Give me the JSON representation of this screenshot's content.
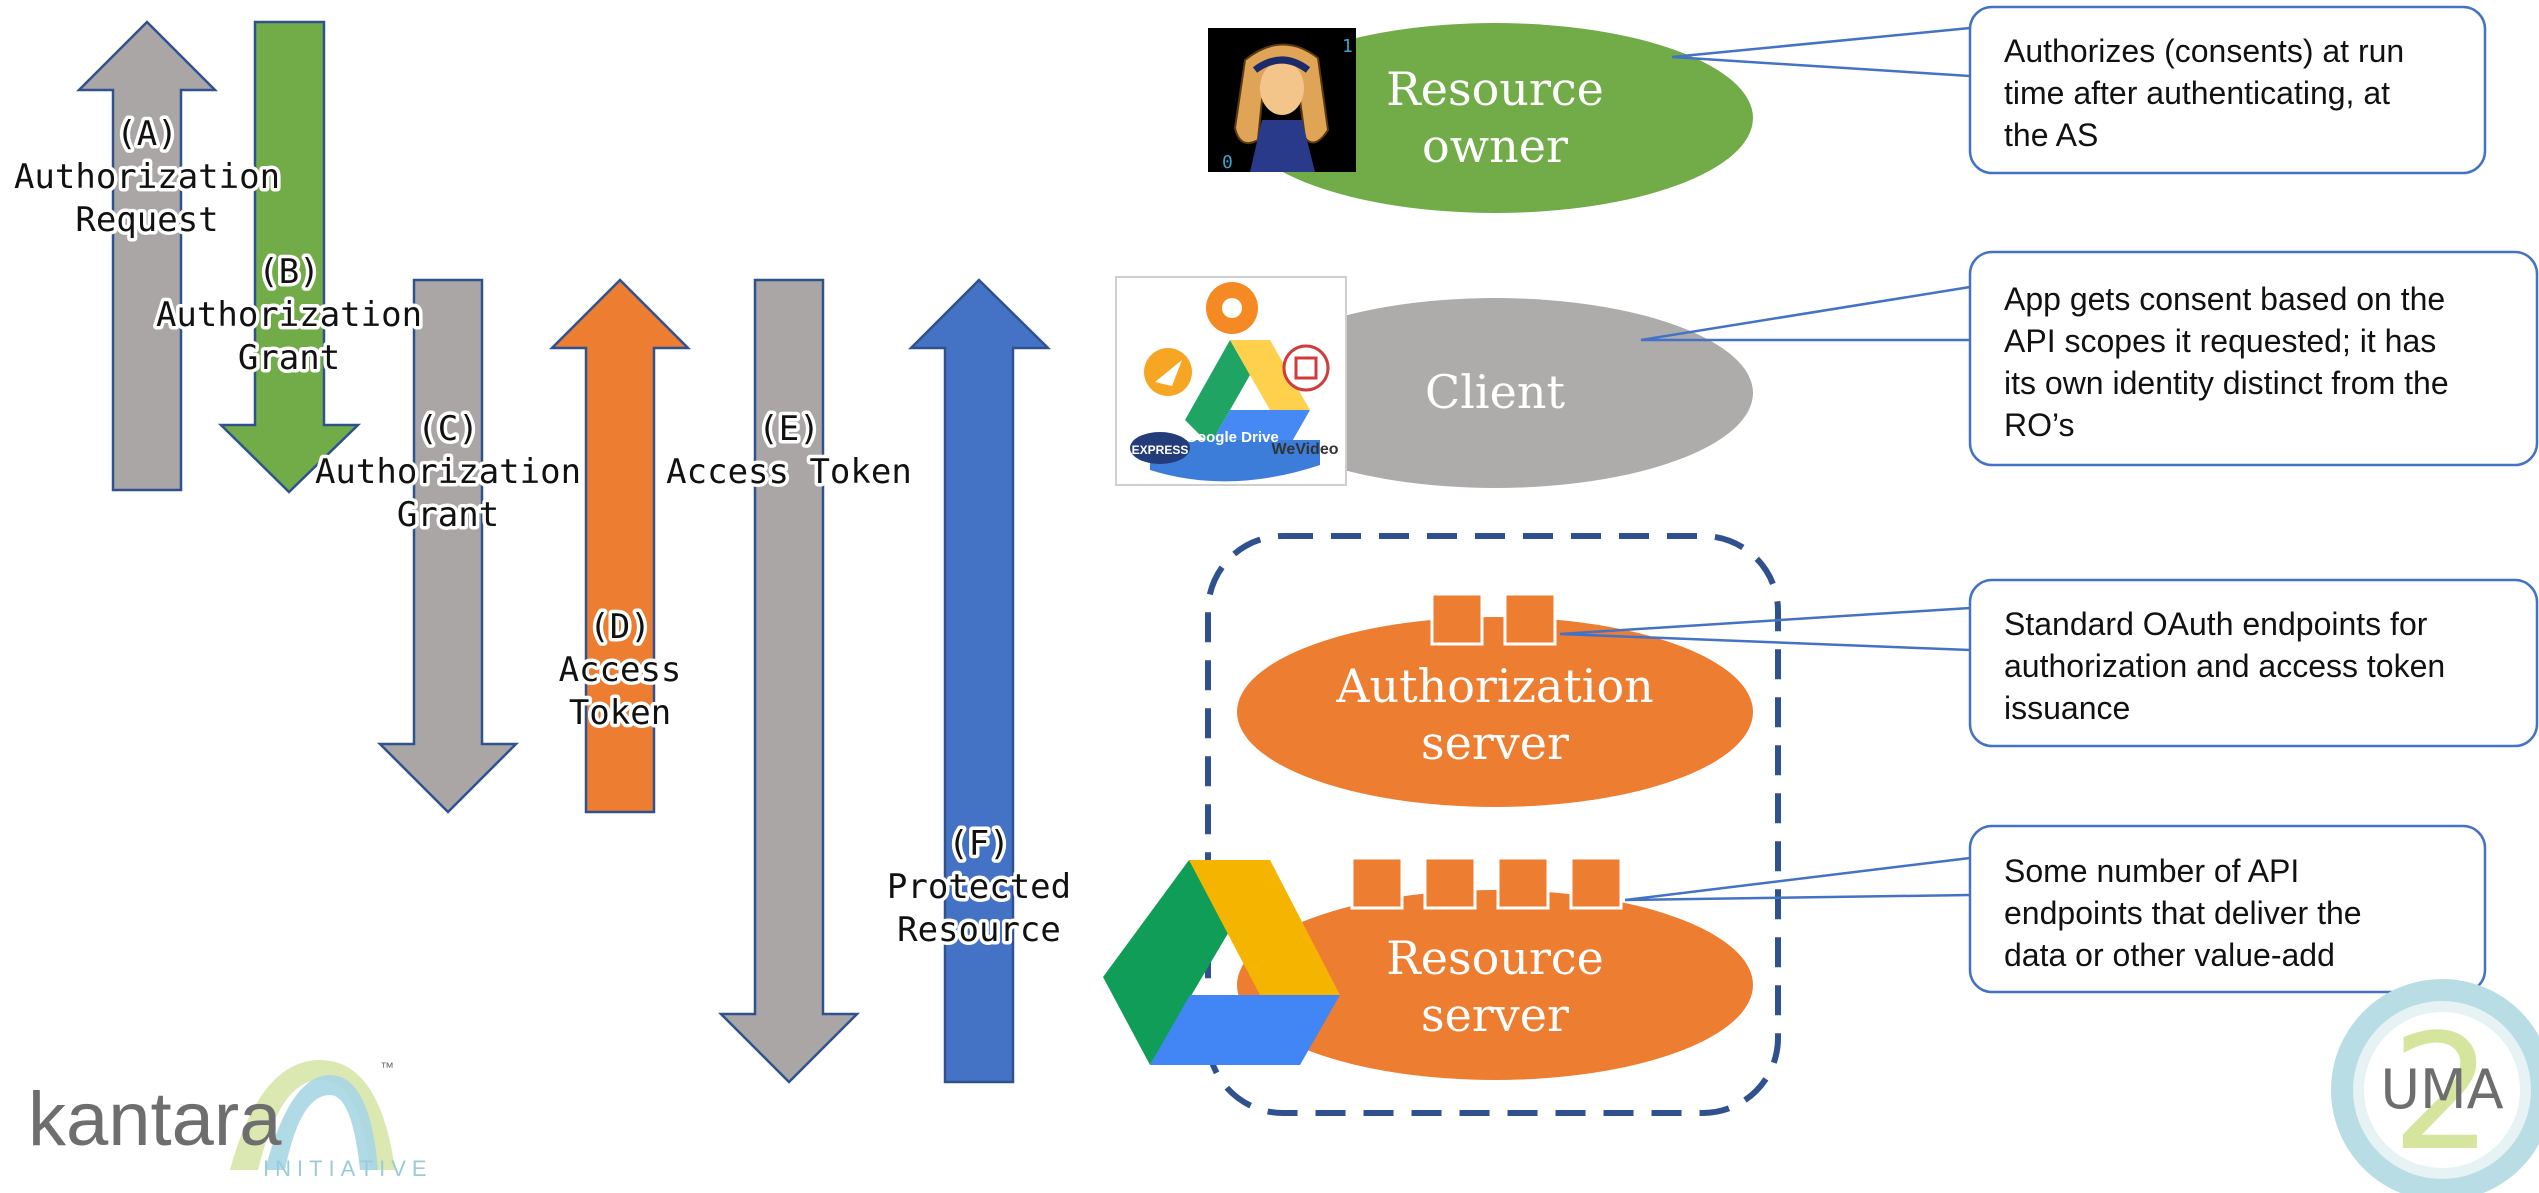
{
  "arrows": {
    "a": {
      "letter": "(A)",
      "line1": "Authorization",
      "line2": "Request"
    },
    "b": {
      "letter": "(B)",
      "line1": "Authorization",
      "line2": "Grant"
    },
    "c": {
      "letter": "(C)",
      "line1": "Authorization",
      "line2": "Grant"
    },
    "d": {
      "letter": "(D)",
      "line1": "Access",
      "line2": "Token"
    },
    "e": {
      "letter": "(E)",
      "line1": "Access Token"
    },
    "f": {
      "letter": "(F)",
      "line1": "Protected",
      "line2": "Resource"
    }
  },
  "entities": {
    "resource_owner": {
      "line1": "Resource",
      "line2": "owner"
    },
    "client": {
      "line1": "Client"
    },
    "authorization_server": {
      "line1": "Authorization",
      "line2": "server"
    },
    "resource_server": {
      "line1": "Resource",
      "line2": "server"
    }
  },
  "client_logo": {
    "text": "Google Drive",
    "brand1": "EXPRESS",
    "brand2": "WeVideo"
  },
  "callouts": {
    "owner": [
      "Authorizes (consents) at run",
      "time after authenticating, at",
      "the AS"
    ],
    "client": [
      "App gets consent based on the",
      "API scopes it requested; it has",
      "its own identity distinct from the",
      "RO’s"
    ],
    "as": [
      "Standard OAuth endpoints for",
      "authorization and access token",
      "issuance"
    ],
    "rs": [
      "Some number of API",
      "endpoints that deliver the",
      "data or other value-add"
    ]
  },
  "logos": {
    "kantara": {
      "name": "kantara",
      "sub": "INITIATIVE",
      "tm": "™"
    },
    "uma": {
      "text": "UMA",
      "num": "2"
    }
  },
  "colors": {
    "grey": "#a9a6a5",
    "green": "#71ac48",
    "orange": "#ed7d31",
    "blue": "#4472c4",
    "callout_border": "#4472c4"
  }
}
